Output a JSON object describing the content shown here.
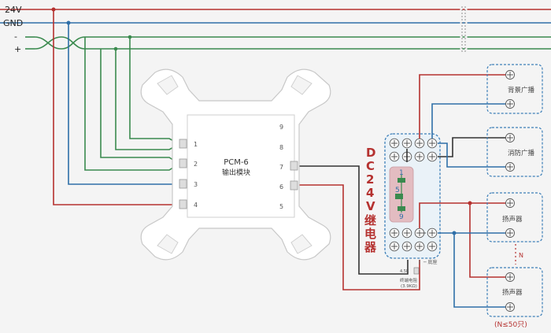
{
  "rails": {
    "v24": "24V",
    "gnd": "GND",
    "minus": "-",
    "plus": "+"
  },
  "module": {
    "name": "PCM-6",
    "subtitle": "输出模块",
    "terminals_left": [
      "1",
      "2",
      "3",
      "4"
    ],
    "terminals_right": [
      "9",
      "8",
      "7",
      "6",
      "5"
    ]
  },
  "relay": {
    "label_chars": [
      "D",
      "C",
      "2",
      "4",
      "V",
      "继",
      "电",
      "器"
    ],
    "coil_pins": [
      "1",
      "5",
      "9"
    ],
    "base_label": "─ 底座",
    "resistor_label": "终端电阻",
    "resistor_value": "(3.9KΩ)",
    "resistor_prefix": "4.5K"
  },
  "outputs": {
    "background": "背景广播",
    "fire": "消防广播",
    "speaker1": "扬声器",
    "speaker2": "扬声器",
    "n_label": "N",
    "n_note": "(N≤50只)"
  },
  "colors": {
    "red": "#b5312f",
    "blue": "#2f6fa8",
    "green": "#3a8a4e",
    "black": "#333333",
    "dash": "#3d7fb8"
  }
}
